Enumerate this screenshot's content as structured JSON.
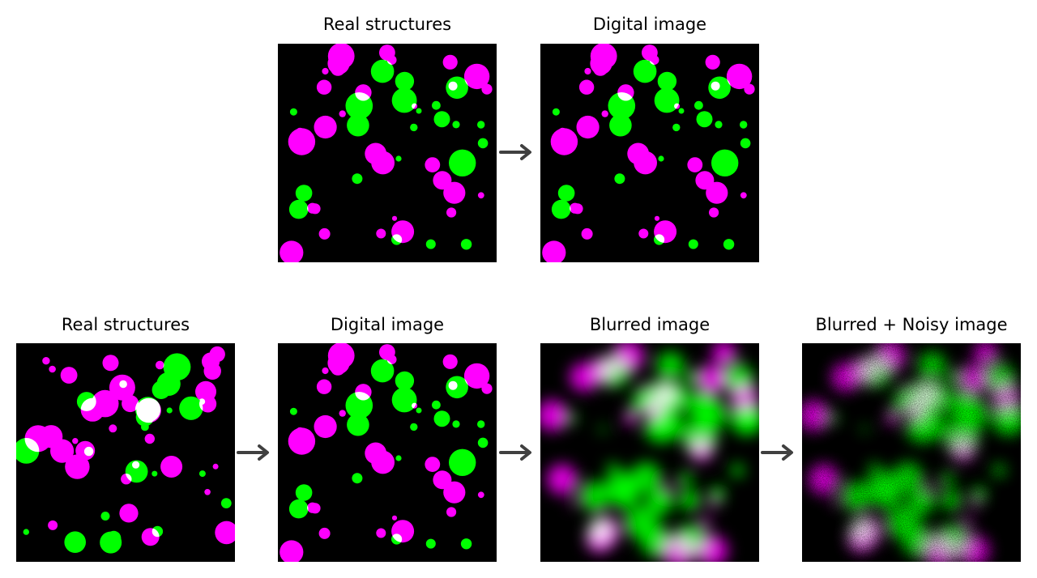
{
  "top_row": {
    "panels": [
      {
        "title": "Real structures",
        "mode": "sharp"
      },
      {
        "title": "Digital image",
        "mode": "pixel"
      }
    ]
  },
  "bottom_row": {
    "panels": [
      {
        "title": "Real structures",
        "mode": "sharp"
      },
      {
        "title": "Digital image",
        "mode": "pixel"
      },
      {
        "title": "Blurred image",
        "mode": "blur"
      },
      {
        "title": "Blurred + Noisy image",
        "mode": "noisy"
      }
    ]
  },
  "colors": {
    "channel_a": "#ff00ff",
    "channel_b": "#00ff00",
    "overlap": "#ffffff",
    "background": "#000000",
    "arrow": "#404040"
  }
}
